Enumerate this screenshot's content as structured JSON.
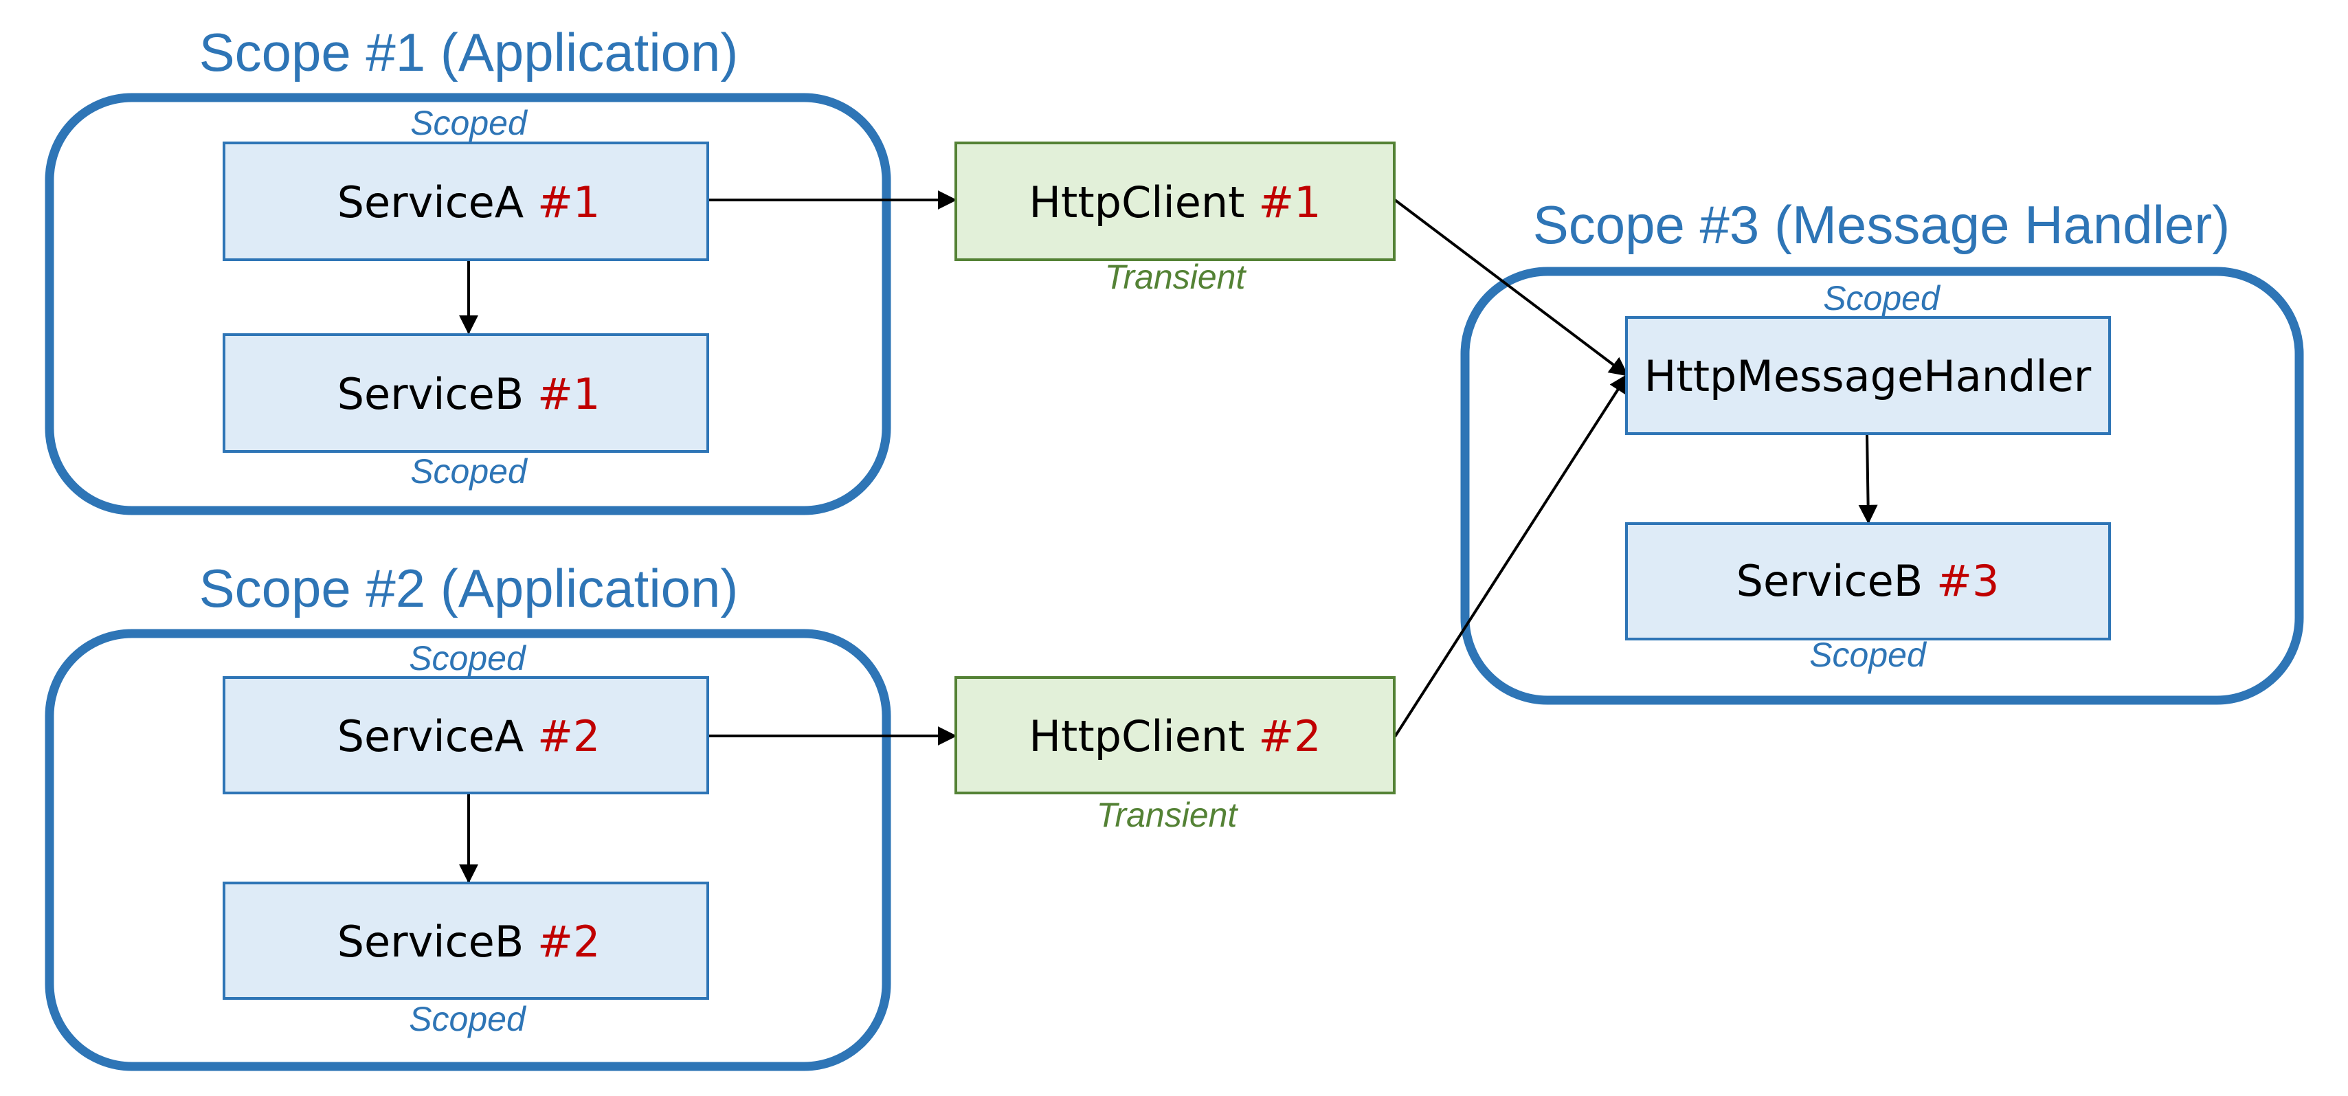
{
  "scopes": [
    {
      "title": "Scope #1 (Application)"
    },
    {
      "title": "Scope #2 (Application)"
    },
    {
      "title": "Scope #3 (Message Handler)"
    }
  ],
  "nodes": {
    "service_a_1": {
      "name": "ServiceA",
      "num": "#1",
      "lifetime": "Scoped"
    },
    "service_b_1": {
      "name": "ServiceB",
      "num": "#1",
      "lifetime": "Scoped"
    },
    "service_a_2": {
      "name": "ServiceA",
      "num": "#2",
      "lifetime": "Scoped"
    },
    "service_b_2": {
      "name": "ServiceB",
      "num": "#2",
      "lifetime": "Scoped"
    },
    "http_client_1": {
      "name": "HttpClient",
      "num": "#1",
      "lifetime": "Transient"
    },
    "http_client_2": {
      "name": "HttpClient",
      "num": "#2",
      "lifetime": "Transient"
    },
    "http_message_handler": {
      "name": "HttpMessageHandler",
      "lifetime": "Scoped"
    },
    "service_b_3": {
      "name": "ServiceB",
      "num": "#3",
      "lifetime": "Scoped"
    }
  },
  "edges": [
    {
      "from": "service_a_1",
      "to": "service_b_1"
    },
    {
      "from": "service_a_1",
      "to": "http_client_1"
    },
    {
      "from": "service_a_2",
      "to": "service_b_2"
    },
    {
      "from": "service_a_2",
      "to": "http_client_2"
    },
    {
      "from": "http_client_1",
      "to": "http_message_handler"
    },
    {
      "from": "http_client_2",
      "to": "http_message_handler"
    },
    {
      "from": "http_message_handler",
      "to": "service_b_3"
    }
  ],
  "colors": {
    "scope_blue": "#2E75B6",
    "service_fill": "#DEEBF7",
    "client_fill": "#E2F0D9",
    "client_green": "#548235",
    "instance_number_red": "#C00000"
  }
}
